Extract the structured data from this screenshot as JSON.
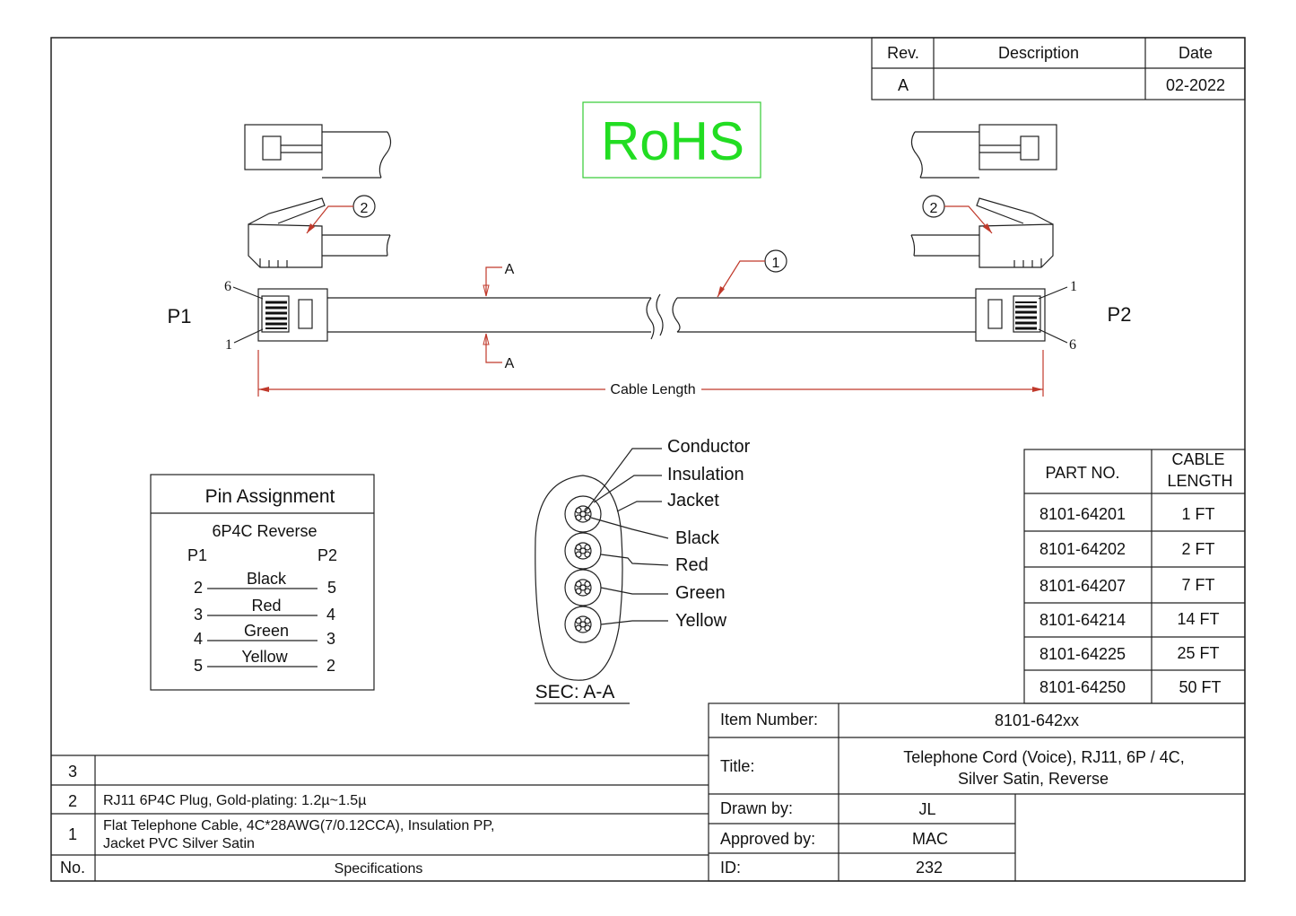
{
  "revision_table": {
    "headers": [
      "Rev.",
      "Description",
      "Date"
    ],
    "row": {
      "rev": "A",
      "description": "",
      "date": "02-2022"
    }
  },
  "rohs": {
    "label": "RoHS",
    "color": "#22dd22"
  },
  "drawing": {
    "p1_label": "P1",
    "p2_label": "P2",
    "pin_6_left": "6",
    "pin_1_left": "1",
    "pin_1_right": "1",
    "pin_6_right": "6",
    "section_marker_top": "A",
    "section_marker_bottom": "A",
    "callout_1": "1",
    "callout_2_left": "2",
    "callout_2_right": "2",
    "cable_length_label": "Cable Length"
  },
  "cross_section": {
    "labels": [
      "Conductor",
      "Insulation",
      "Jacket",
      "Black",
      "Red",
      "Green",
      "Yellow"
    ],
    "caption": "SEC: A-A"
  },
  "pin_assignment": {
    "title": "Pin Assignment",
    "subtitle": "6P4C Reverse",
    "col_left": "P1",
    "col_right": "P2",
    "rows": [
      {
        "left": "2",
        "color": "Black",
        "right": "5"
      },
      {
        "left": "3",
        "color": "Red",
        "right": "4"
      },
      {
        "left": "4",
        "color": "Green",
        "right": "3"
      },
      {
        "left": "5",
        "color": "Yellow",
        "right": "2"
      }
    ]
  },
  "part_table": {
    "header_part": "PART NO.",
    "header_length_line1": "CABLE",
    "header_length_line2": "LENGTH",
    "rows": [
      {
        "part": "8101-64201",
        "length": "1 FT"
      },
      {
        "part": "8101-64202",
        "length": "2 FT"
      },
      {
        "part": "8101-64207",
        "length": "7 FT"
      },
      {
        "part": "8101-64214",
        "length": "14 FT"
      },
      {
        "part": "8101-64225",
        "length": "25 FT"
      },
      {
        "part": "8101-64250",
        "length": "50 FT"
      }
    ]
  },
  "title_block": {
    "item_number_label": "Item Number:",
    "item_number": "8101-642xx",
    "title_label": "Title:",
    "title_line1": "Telephone Cord (Voice), RJ11, 6P / 4C,",
    "title_line2": "Silver Satin, Reverse",
    "drawn_by_label": "Drawn by:",
    "drawn_by": "JL",
    "approved_by_label": "Approved by:",
    "approved_by": "MAC",
    "id_label": "ID:",
    "id": "232"
  },
  "spec_table": {
    "header_no": "No.",
    "header_spec": "Specifications",
    "rows": [
      {
        "no": "3",
        "line1": "",
        "line2": ""
      },
      {
        "no": "2",
        "line1": "RJ11 6P4C Plug, Gold-plating: 1.2µ~1.5µ",
        "line2": ""
      },
      {
        "no": "1",
        "line1": "Flat Telephone Cable, 4C*28AWG(7/0.12CCA), Insulation PP,",
        "line2": "Jacket PVC Silver Satin"
      }
    ]
  }
}
